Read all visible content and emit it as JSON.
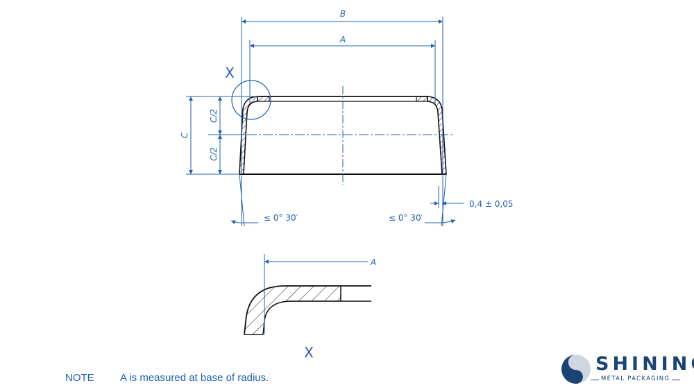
{
  "dimensions": {
    "b": "B",
    "a_top": "A",
    "a_detail": "A",
    "c": "C",
    "c_half_upper": "C/2",
    "c_half_lower": "C/2",
    "angle_left": "≤ 0° 30′",
    "angle_right": "≤ 0° 30′",
    "thickness": "0,4 ± 0,05"
  },
  "detail": {
    "marker": "X",
    "caption": "X"
  },
  "note": {
    "label": "NOTE",
    "text": "A is measured at base of radius."
  },
  "logo": {
    "word": "SHINING",
    "subtitle": "METAL PACKAGING"
  },
  "colors": {
    "dimension": "#1e5fb4",
    "outline": "#111111",
    "brand": "#1a4474"
  }
}
